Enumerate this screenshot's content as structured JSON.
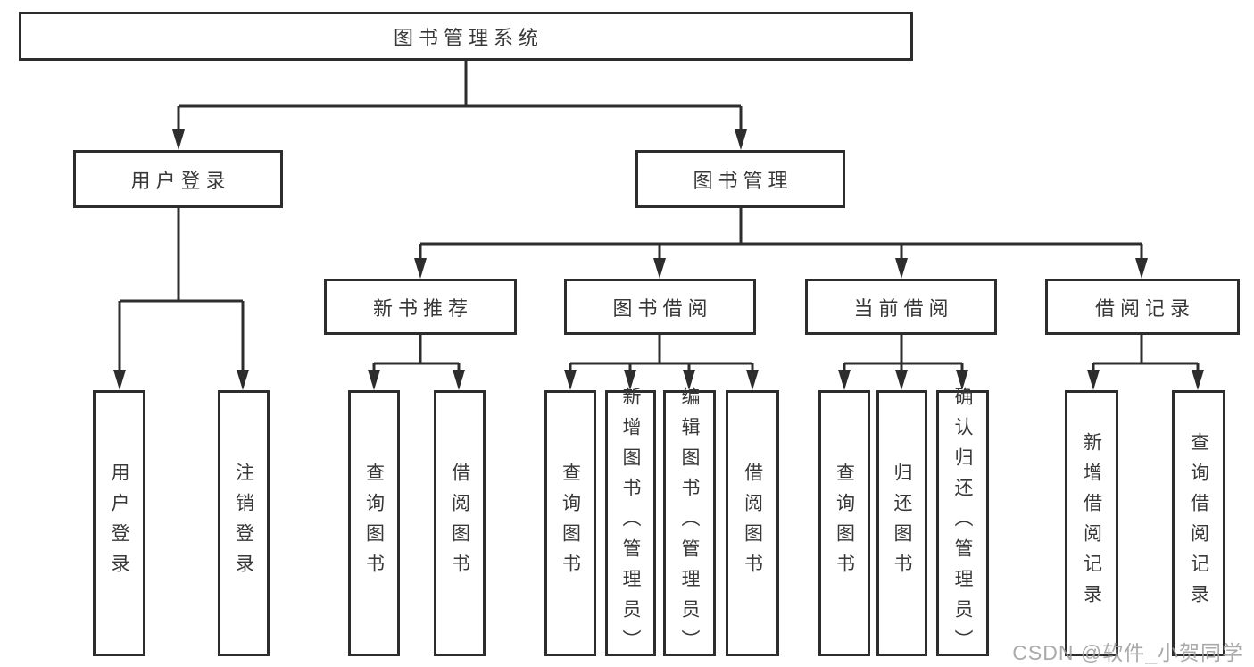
{
  "tree": {
    "label": "图书管理系统",
    "children": [
      {
        "label": "用户登录",
        "children": [
          {
            "label": "用户登录"
          },
          {
            "label": "注销登录"
          }
        ]
      },
      {
        "label": "图书管理",
        "children": [
          {
            "label": "新书推荐",
            "children": [
              {
                "label": "查询图书"
              },
              {
                "label": "借阅图书"
              }
            ]
          },
          {
            "label": "图书借阅",
            "children": [
              {
                "label": "查询图书"
              },
              {
                "label": "新增图书（管理员）"
              },
              {
                "label": "编辑图书（管理员）"
              },
              {
                "label": "借阅图书"
              }
            ]
          },
          {
            "label": "当前借阅",
            "children": [
              {
                "label": "查询图书"
              },
              {
                "label": "归还图书"
              },
              {
                "label": "确认归还（管理员）"
              }
            ]
          },
          {
            "label": "借阅记录",
            "children": [
              {
                "label": "新增借阅记录"
              },
              {
                "label": "查询借阅记录"
              }
            ]
          }
        ]
      }
    ]
  },
  "watermark": "CSDN @软件_小贺同学",
  "colors": {
    "line": "#2d2d2d",
    "box_border": "#2d2d2d",
    "text": "#383838",
    "watermark": "#9e9e9e",
    "background": "#ffffff"
  }
}
